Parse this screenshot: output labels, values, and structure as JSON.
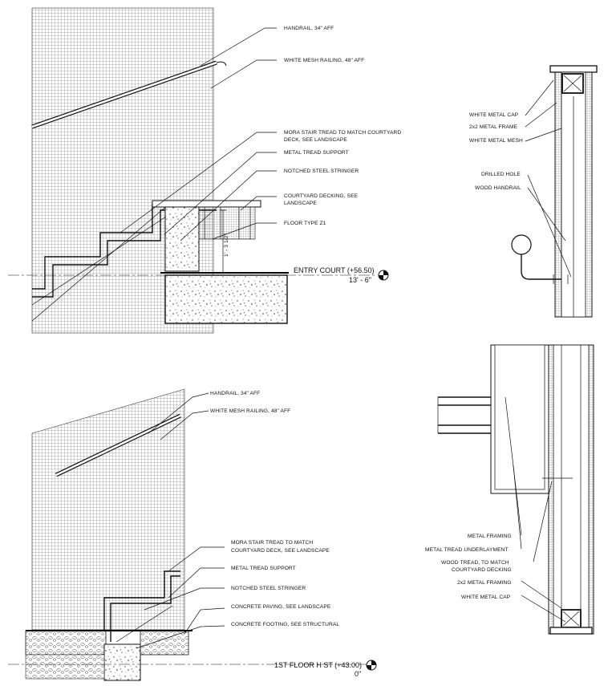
{
  "top_left_detail": {
    "labels": {
      "handrail": "HANDRAIL, 34\" AFF",
      "mesh_railing": "WHITE MESH RAILING, 48\" AFF",
      "mora_tread_1": "MORA STAIR TREAD TO MATCH COURTYARD",
      "mora_tread_2": "DECK, SEE LANDSCAPE",
      "tread_support": "METAL TREAD SUPPORT",
      "stringer": "NOTCHED STEEL STRINGER",
      "decking_1": "COURTYARD DECKING, SEE",
      "decking_2": "LANDSCAPE",
      "floor_type": "FLOOR TYPE Z1",
      "dimension": "1' - 3 1/2\""
    },
    "level": {
      "name": "ENTRY COURT (+56.50)",
      "elevation": "13' - 6\""
    }
  },
  "bottom_left_detail": {
    "labels": {
      "handrail": "HANDRAIL, 34\" AFF",
      "mesh_railing": "WHITE MESH RAILING, 48\" AFF",
      "mora_tread_1": "MORA STAIR TREAD TO MATCH",
      "mora_tread_2": "COURTYARD DECK, SEE LANDSCAPE",
      "tread_support": "METAL TREAD SUPPORT",
      "stringer": "NOTCHED STEEL STRINGER",
      "paving": "CONCRETE PAVING, SEE LANDSCAPE",
      "footing": "CONCRETE FOOTING, SEE STRUCTURAL"
    },
    "level": {
      "name": "1ST FLOOR H ST (+43.00)",
      "elevation": "0\""
    }
  },
  "top_right_detail": {
    "labels": {
      "cap": "WHITE METAL CAP",
      "frame": "2x2 METAL FRAME",
      "mesh": "WHITE METAL MESH",
      "hole": "DRILLED HOLE",
      "handrail": "WOOD HANDRAIL"
    }
  },
  "bottom_right_detail": {
    "labels": {
      "framing": "METAL FRAMING",
      "underlayment": "METAL TREAD UNDERLAYMENT",
      "wood_tread_1": "WOOD TREAD, TO MATCH",
      "wood_tread_2": "COURTYARD DECKING",
      "framing_2x2": "2x2 METAL FRAMING",
      "cap": "WHITE METAL CAP"
    }
  }
}
